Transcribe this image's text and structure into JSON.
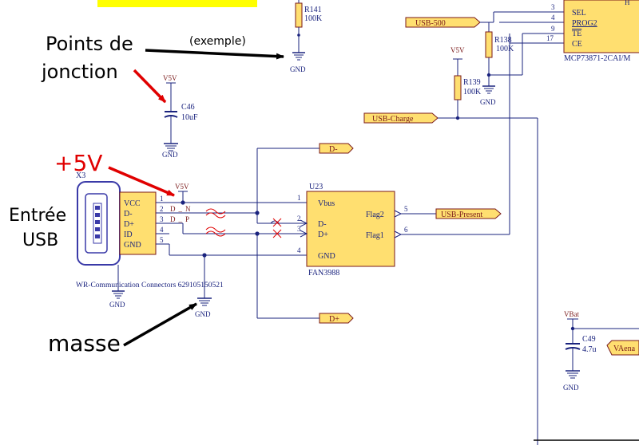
{
  "colors": {
    "wire": "#1a237e",
    "part_fill": "#ffdf70",
    "part_stroke": "#7a1a1a",
    "annot_red": "#e00000",
    "annot_black": "#000000",
    "strip_yellow": "#ffff00"
  },
  "annotations": {
    "points_line1": "Points de",
    "points_line2": "jonction",
    "exemple": "(exemple)",
    "plus5v": "+5V",
    "entree": "Entrée",
    "usb": "USB",
    "masse": "masse"
  },
  "schematic": {
    "r141": {
      "ref": "R141",
      "value": "100K"
    },
    "r138": {
      "ref": "R138",
      "value": "100K"
    },
    "r139": {
      "ref": "R139",
      "value": "100K"
    },
    "c46": {
      "ref": "C46",
      "value": "10uF"
    },
    "c49": {
      "ref": "C49",
      "value": "4.7u"
    },
    "gnd": "GND",
    "v5v": "V5V",
    "vbat": "VBat",
    "x3": "X3",
    "connector_label": "WR-Communication Connectors 629105150521",
    "connector_pins": [
      {
        "name": "VCC",
        "num": "1",
        "sig": ""
      },
      {
        "name": "D-",
        "num": "2",
        "sig": "D_N"
      },
      {
        "name": "D+",
        "num": "3",
        "sig": "D_P"
      },
      {
        "name": "ID",
        "num": "4",
        "sig": ""
      },
      {
        "name": "GND",
        "num": "5",
        "sig": ""
      }
    ],
    "u23": {
      "ref": "U23",
      "part": "FAN3988",
      "pins_left": [
        {
          "name": "Vbus",
          "num": "1"
        },
        {
          "name": "D-",
          "num": "2"
        },
        {
          "name": "D+",
          "num": "3"
        },
        {
          "name": "GND",
          "num": "4"
        }
      ],
      "pins_right": [
        {
          "name": "Flag2",
          "num": "5"
        },
        {
          "name": "Flag1",
          "num": "6"
        }
      ]
    },
    "mcp": {
      "part": "MCP73871-2CAI/M",
      "pins": [
        {
          "name": "SEL",
          "num": "3"
        },
        {
          "name": "PROG2",
          "num": "4"
        },
        {
          "name": "TE",
          "num": "9"
        },
        {
          "name": "CE",
          "num": "17"
        }
      ]
    },
    "net_labels": {
      "usb500": "USB-500",
      "usb_charge": "USB-Charge",
      "usb_present": "USB-Present",
      "dminus": "D-",
      "dplus": "D+",
      "vaena": "VAena"
    }
  }
}
